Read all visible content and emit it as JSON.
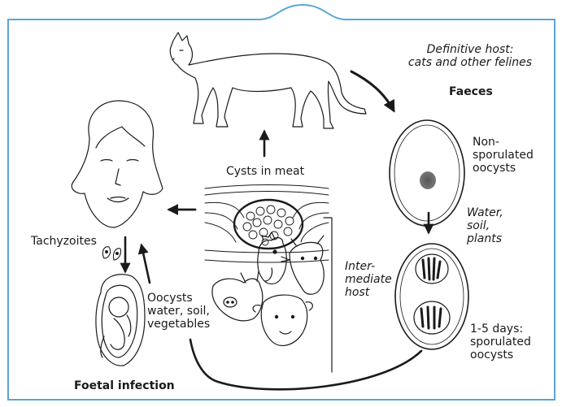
{
  "labels": {
    "definitive_host": "Definitive host:\ncats and other felines",
    "faeces": "Faeces",
    "non_sporulated": "Non-\nsporulated\noocysts",
    "water_soil_plants": "Water,\nsoil,\nplants",
    "sporulated": "1-5 days:\nsporulated\noocysts",
    "cysts_in_meat": "Cysts in meat",
    "intermediate_host": "Inter-\nmediate\nhost",
    "tachyzoites": "Tachyzoites",
    "oocysts_sources": "Oocysts\nwater, soil,\nvegetables",
    "foetal_infection": "Foetal infection"
  },
  "colors": {
    "frame": "#5aa6d6",
    "ink": "#1a1a1a"
  }
}
